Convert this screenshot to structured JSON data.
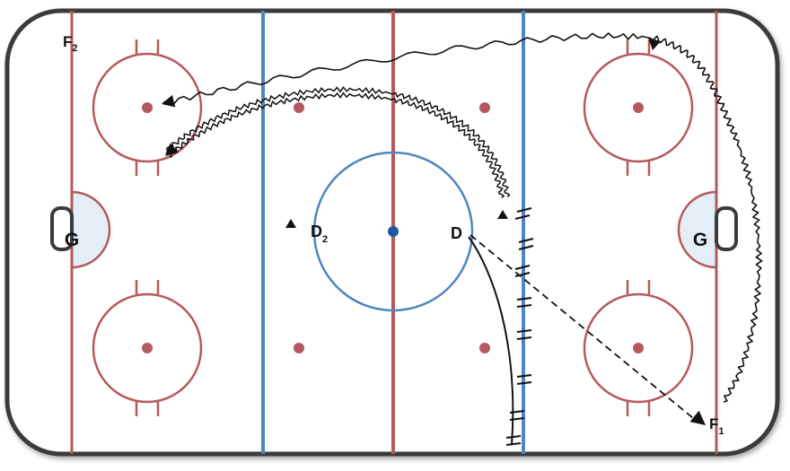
{
  "colors": {
    "board": "#3a3a3a",
    "red_line": "#b5595c",
    "blue_line": "#4f86c0",
    "goal_crease": "#e4eef6",
    "path": "#111111",
    "center_dot": "#1f56a8"
  },
  "labels": {
    "f2": "F",
    "f2_sub": "2",
    "d2": "D",
    "d2_sub": "2",
    "d1": "D",
    "f1": "F",
    "f1_sub": "1",
    "goal_left": "G",
    "goal_right": "G"
  },
  "legend_markers": {
    "pass": "dashed-arrow",
    "skate": "solid-curve",
    "carry_puck": "wavy-line",
    "skate_backward": "double-wavy-line",
    "stop": "double-hash"
  }
}
